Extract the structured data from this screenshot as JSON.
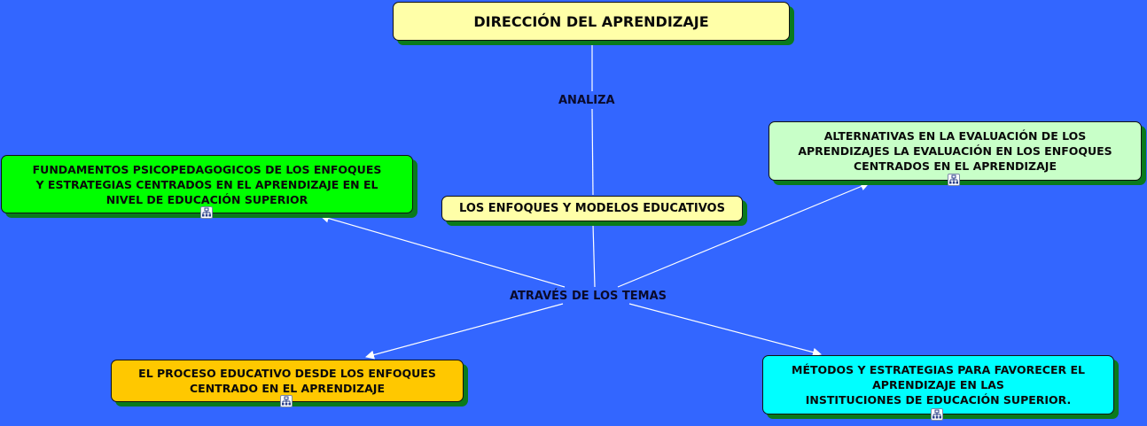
{
  "colors": {
    "background": "#3366FF",
    "shadow": "#0a7a1c",
    "link_line": "#ffffff",
    "node_yellow": "#FFFFA8",
    "node_green": "#00FF00",
    "node_light_green": "#C8FFC8",
    "node_orange": "#FFC800",
    "node_cyan": "#00FFFF"
  },
  "map": {
    "root": {
      "label": "DIRECCIÓN DEL APRENDIZAJE"
    },
    "link_analiza": "ANALIZA",
    "central": {
      "label": "LOS ENFOQUES Y MODELOS EDUCATIVOS"
    },
    "link_temas": "ATRAVÉS DE LOS TEMAS",
    "topics": [
      {
        "label": "FUNDAMENTOS PSICOPEDAGOGICOS DE LOS ENFOQUES\nY ESTRATEGIAS CENTRADOS EN EL APRENDIZAJE EN EL\nNIVEL DE EDUCACIÓN SUPERIOR",
        "icon": "submap-icon"
      },
      {
        "label": "ALTERNATIVAS EN LA EVALUACIÓN DE LOS\nAPRENDIZAJES LA EVALUACIÓN EN LOS ENFOQUES\nCENTRADOS EN EL APRENDIZAJE",
        "icon": "submap-icon"
      },
      {
        "label": "EL PROCESO EDUCATIVO DESDE LOS ENFOQUES\nCENTRADO EN EL APRENDIZAJE",
        "icon": "submap-icon"
      },
      {
        "label": "MÉTODOS Y ESTRATEGIAS PARA FAVORECER EL\nAPRENDIZAJE EN LAS\nINSTITUCIONES DE EDUCACIÓN SUPERIOR.",
        "icon": "submap-icon"
      }
    ]
  }
}
